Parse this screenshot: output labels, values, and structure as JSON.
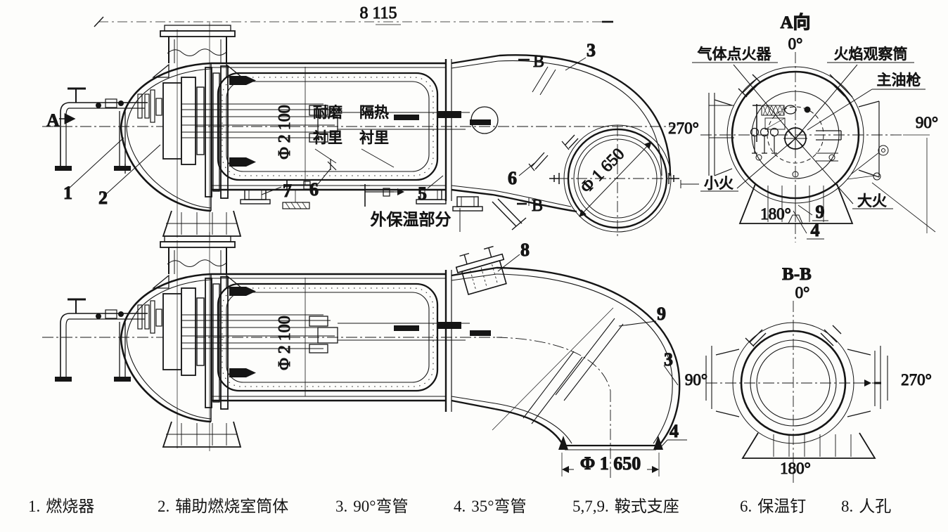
{
  "figure": {
    "side_view": {
      "overall_length_dim": "8 115",
      "view_label": "A",
      "section_label_top": "B",
      "section_label_bottom": "B",
      "shell_diameter": "Φ 2 100",
      "outlet_diameter": "Φ 1 650",
      "wear_lining_line1": "耐磨",
      "wear_lining_line2": "衬里",
      "heat_lining_line1": "隔热",
      "heat_lining_line2": "衬里",
      "outer_insulation": "外保温部分",
      "callout_1": "1",
      "callout_2": "2",
      "callout_7": "7",
      "callout_6a": "6",
      "callout_5": "5",
      "callout_6b": "6",
      "callout_3": "3"
    },
    "plan_view": {
      "shell_diameter": "Φ 2 100",
      "outlet_diameter": "Φ 1 650",
      "callout_8": "8",
      "callout_9": "9",
      "callout_3": "3",
      "callout_4": "4"
    },
    "view_a": {
      "title": "A向",
      "deg_0": "0°",
      "deg_90": "90°",
      "deg_180": "180°",
      "deg_270": "270°",
      "label_gas_igniter": "气体点火器",
      "label_flame_scope": "火焰观察筒",
      "label_main_oil_gun": "主油枪",
      "label_small_fire": "小火",
      "label_big_fire": "大火",
      "callout_9": "9",
      "callout_4": "4"
    },
    "section_bb": {
      "title": "B-B",
      "deg_0": "0°",
      "deg_90": "90°",
      "deg_180": "180°",
      "deg_270": "270°"
    },
    "legend": {
      "items": [
        {
          "num": "1.",
          "label": "燃烧器"
        },
        {
          "num": "2.",
          "label": "辅助燃烧室筒体"
        },
        {
          "num": "3.",
          "label": "90°弯管"
        },
        {
          "num": "4.",
          "label": "35°弯管"
        },
        {
          "num": "5,7,9.",
          "label": "鞍式支座"
        },
        {
          "num": "6.",
          "label": "保温钉"
        },
        {
          "num": "8.",
          "label": "人孔"
        }
      ]
    }
  },
  "colors": {
    "ink": "#151515",
    "paper": "#fdfdfb"
  }
}
